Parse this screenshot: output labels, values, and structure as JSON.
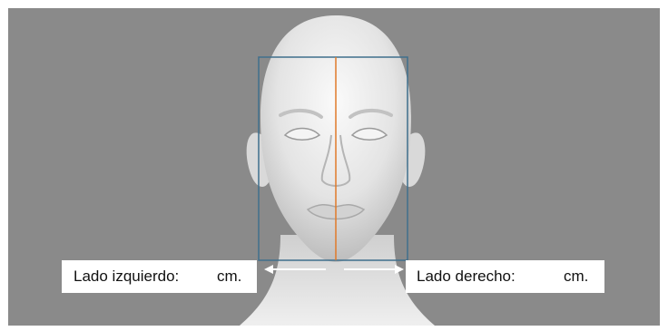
{
  "diagram": {
    "left_label": "Lado izquierdo:",
    "left_unit": "cm.",
    "right_label": "Lado derecho:",
    "right_unit": "cm.",
    "colors": {
      "background": "#8a8a8a",
      "frame": "#3f6f8c",
      "midline": "#e07a2a",
      "arrow": "#ffffff",
      "head": "#e6e6e6"
    }
  }
}
